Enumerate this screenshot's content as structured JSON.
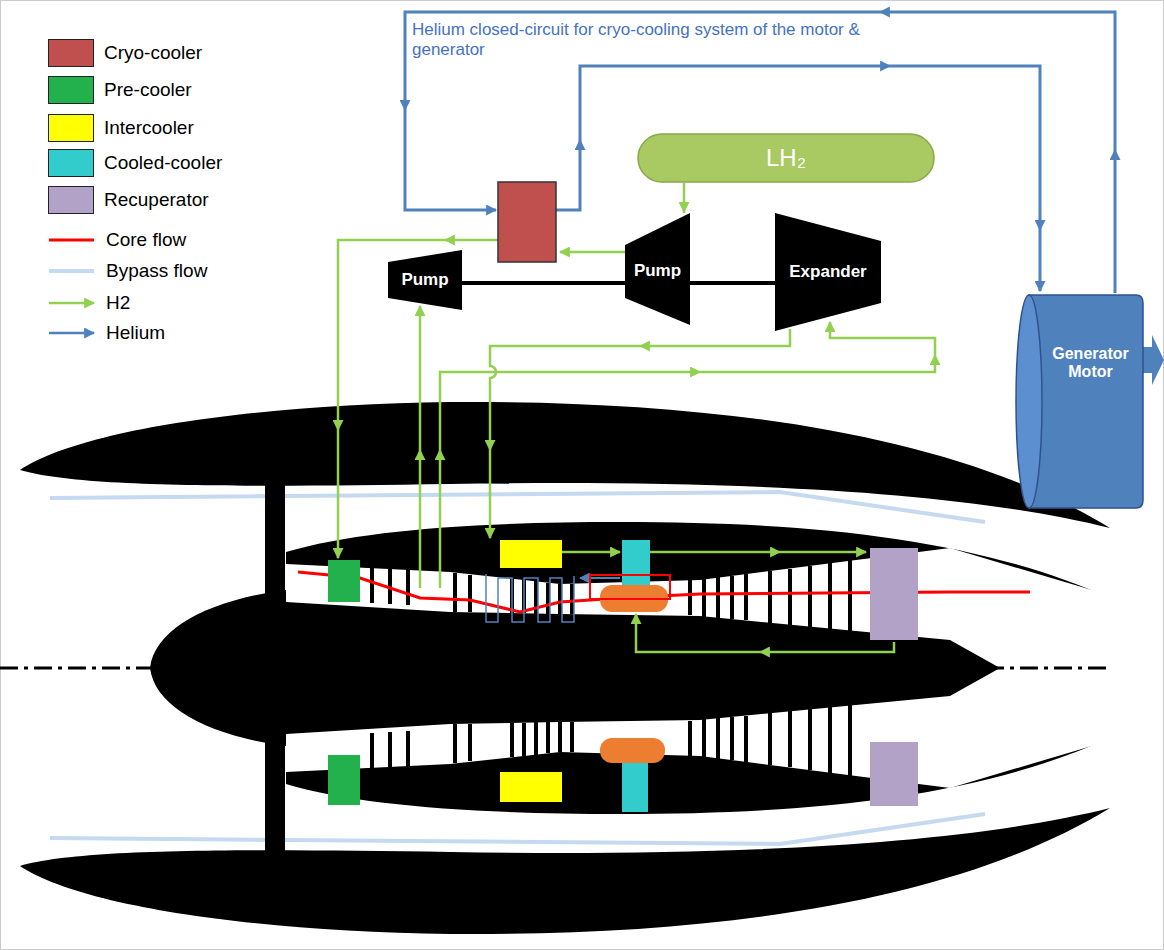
{
  "diagram": {
    "nodes": [
      {
        "text": [
          "LH₂"
        ]
      },
      {
        "text": [
          "Pump"
        ]
      },
      {
        "text": [
          "Pump"
        ]
      },
      {
        "text": [
          "Expander"
        ]
      },
      {
        "text": [
          "Generator Motor"
        ]
      }
    ],
    "edges": [
      {
        "from": 0,
        "to": 2,
        "arrow": "to"
      }
    ],
    "labels": [
      "Helium closed-circuit for cryo-cooling system of the motor & generator"
    ],
    "legend": [
      {
        "text": "Cryo-cooler",
        "color": "#c0504d"
      },
      {
        "text": "Pre-cooler",
        "color": "#22b14c"
      },
      {
        "text": "Intercooler",
        "color": "#ffff00"
      },
      {
        "text": "Cooled-cooler",
        "color": "#33cccc"
      },
      {
        "text": "Recuperator",
        "color": "#b3a2c7"
      },
      {
        "text": "Core flow"
      },
      {
        "text": "Bypass flow"
      },
      {
        "text": "H2"
      },
      {
        "text": "Helium"
      }
    ]
  }
}
